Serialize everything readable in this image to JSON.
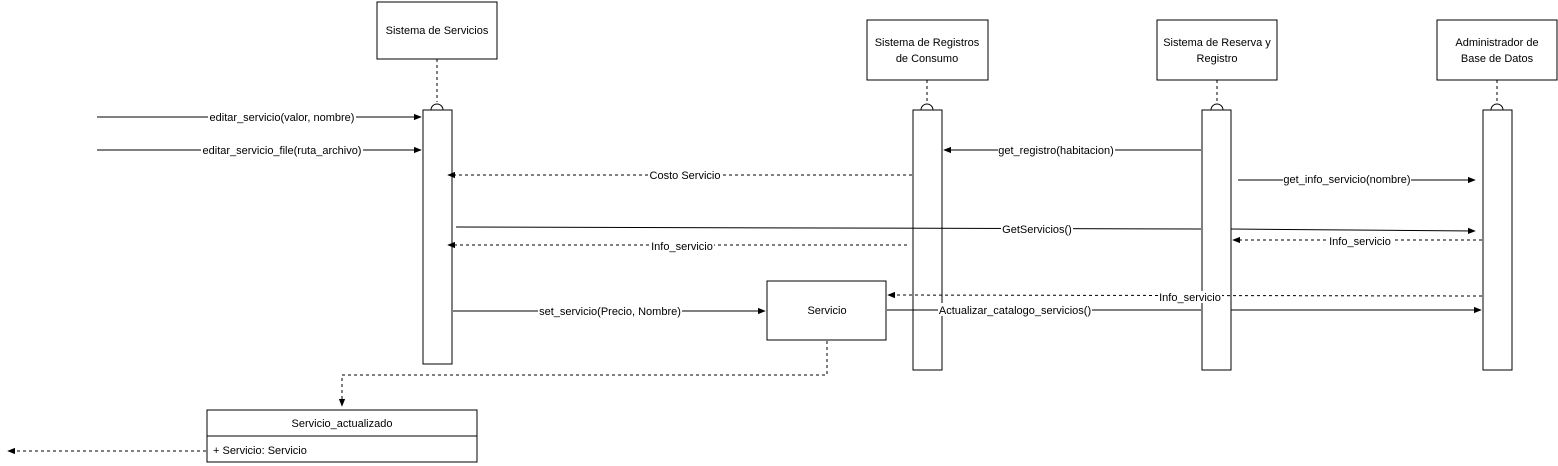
{
  "participants": [
    {
      "id": "sistema-servicios",
      "label_lines": [
        "Sistema de Servicios"
      ]
    },
    {
      "id": "sistema-registros-consumo",
      "label_lines": [
        "Sistema de Registros",
        "de Consumo"
      ]
    },
    {
      "id": "sistema-reserva-registro",
      "label_lines": [
        "Sistema de Reserva y",
        "Registro"
      ]
    },
    {
      "id": "administrador-bd",
      "label_lines": [
        "Administrador de",
        "Base de Datos"
      ]
    }
  ],
  "messages": [
    {
      "label": "editar_servicio(valor, nombre)",
      "style": "solid"
    },
    {
      "label": "editar_servicio_file(ruta_archivo)",
      "style": "solid"
    },
    {
      "label": "get_registro(habitacion)",
      "style": "solid"
    },
    {
      "label": "Costo Servicio",
      "style": "dashed"
    },
    {
      "label": "get_info_servicio(nombre)",
      "style": "solid"
    },
    {
      "label": "GetServicios()",
      "style": "solid"
    },
    {
      "label": "Info_servicio",
      "style": "dashed"
    },
    {
      "label": "Info_servicio",
      "style": "dashed"
    },
    {
      "label": "Info_servicio",
      "style": "dashed"
    },
    {
      "label": "set_servicio(Precio, Nombre)",
      "style": "solid"
    },
    {
      "label": "Actualizar_catalogo_servicios()",
      "style": "solid"
    }
  ],
  "servicio_object": {
    "label": "Servicio"
  },
  "class_box": {
    "title": "Servicio_actualizado",
    "attribute": "+ Servicio: Servicio"
  }
}
